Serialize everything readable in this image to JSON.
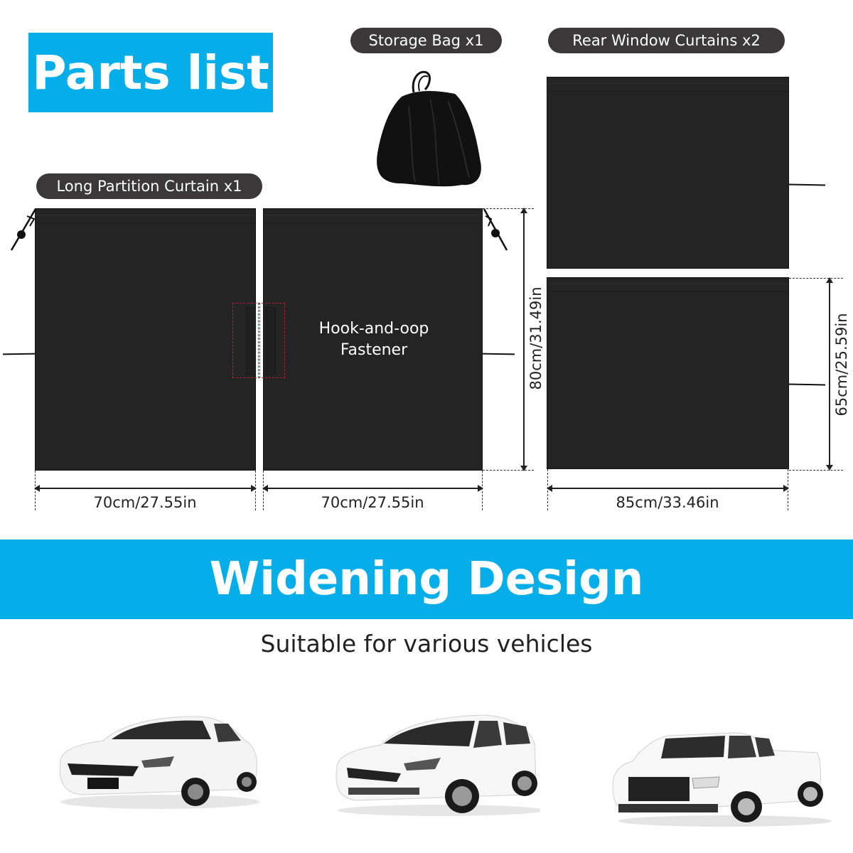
{
  "header": {
    "title": "Parts list",
    "accent_color": "#06aee9"
  },
  "parts": {
    "storage_bag": {
      "label": "Storage Bag x1",
      "icon": "drawstring-bag-icon"
    },
    "rear_window_curtains": {
      "label": "Rear Window Curtains x2"
    },
    "long_partition_curtain": {
      "label": "Long Partition Curtain x1"
    }
  },
  "fastener": {
    "line1": "Hook-and-oop",
    "line2": "Fastener",
    "outline_color": "#b0203a"
  },
  "dimensions": {
    "left_panel_width": "70cm/27.55in",
    "right_panel_width": "70cm/27.55in",
    "partition_height": "80cm/31.49in",
    "rear_curtain_width": "85cm/33.46in",
    "rear_curtain_height": "65cm/25.59in"
  },
  "banner": {
    "title": "Widening Design",
    "subtitle": "Suitable for various vehicles"
  },
  "vehicles": [
    {
      "type": "sedan",
      "icon": "sedan-car-icon"
    },
    {
      "type": "suv",
      "icon": "suv-car-icon"
    },
    {
      "type": "pickup-truck",
      "icon": "pickup-truck-icon"
    }
  ]
}
